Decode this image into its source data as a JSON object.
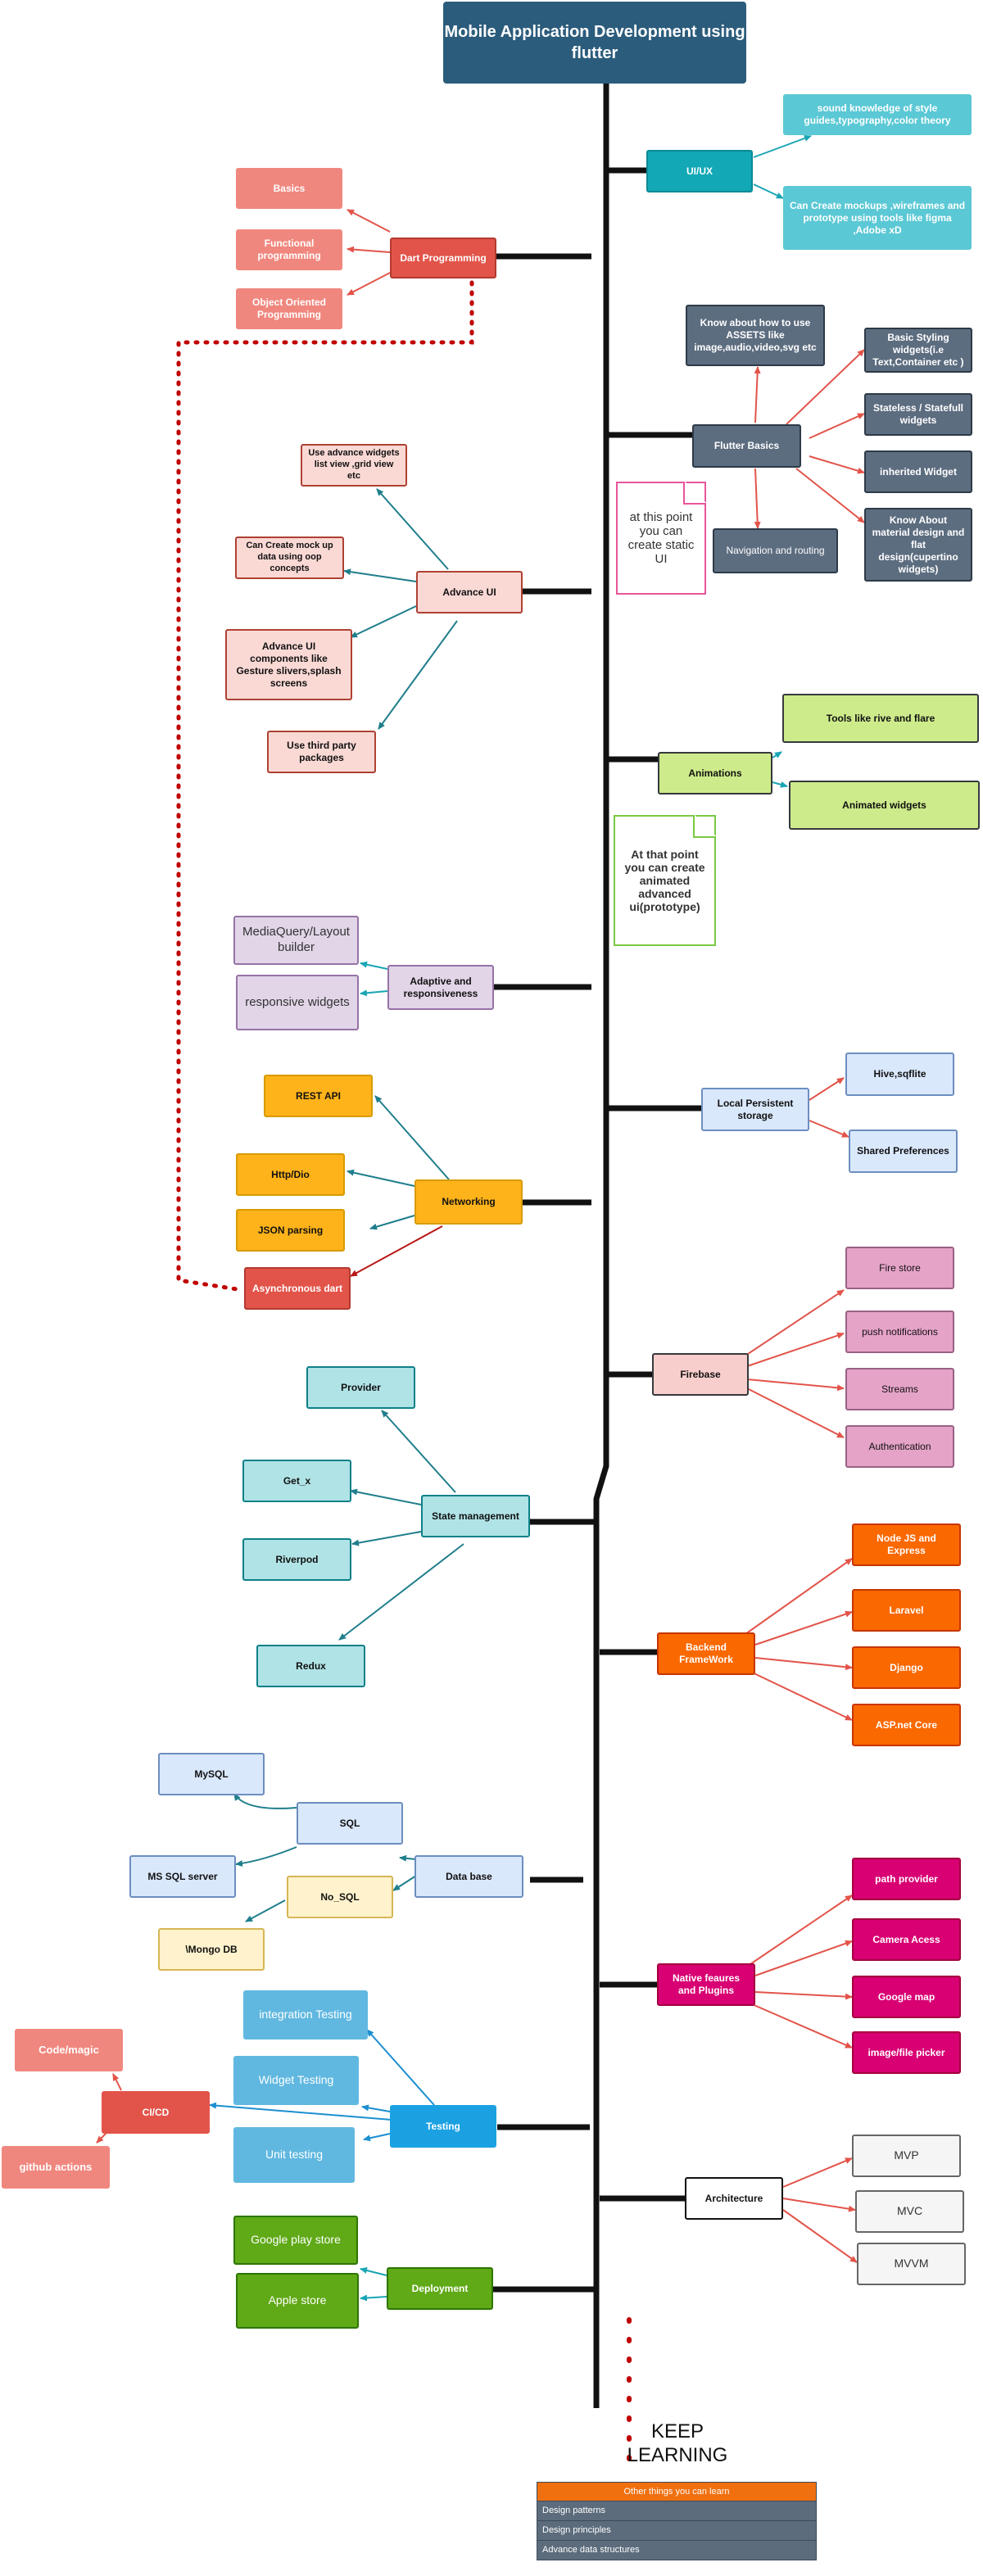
{
  "title": "Mobile Application Development using flutter",
  "uiux": {
    "label": "UI/UX",
    "items": [
      "sound knowledge of style guides,typography,color theory",
      "Can Create mockups ,wireframes and prototype using tools like figma ,Adobe xD"
    ]
  },
  "dart": {
    "label": "Dart Programming",
    "items": [
      "Basics",
      "Functional programming",
      "Object Oriented Programming"
    ]
  },
  "flutter_basics": {
    "label": "Flutter Basics",
    "assets": "Know about how to use ASSETS like image,audio,video,svg etc",
    "navigation": "Navigation and routing",
    "items": [
      "Basic Styling widgets(i.e Text,Container etc )",
      "Stateless / Statefull widgets",
      "inherited Widget",
      "Know About material design and flat design(cupertino widgets)"
    ]
  },
  "note_static": "at this point you can create static UI",
  "advance_ui": {
    "label": "Advance UI",
    "items": [
      "Use advance widgets list view ,grid view etc",
      "Can Create mock up data using oop concepts",
      "Advance UI components like Gesture slivers,splash screens",
      "Use third party packages"
    ]
  },
  "animations": {
    "label": "Animations",
    "items": [
      "Tools like rive and flare",
      "Animated widgets"
    ]
  },
  "note_animated": "At that point you can create animated advanced ui(prototype)",
  "adaptive": {
    "label": "Adaptive and responsiveness",
    "items": [
      "MediaQuery/Layout builder",
      "responsive widgets"
    ]
  },
  "local_storage": {
    "label": "Local Persistent storage",
    "items": [
      "Hive,sqflite",
      "Shared Preferences"
    ]
  },
  "networking": {
    "label": "Networking",
    "items": [
      "REST API",
      "Http/Dio",
      "JSON parsing",
      "Asynchronous dart"
    ]
  },
  "firebase": {
    "label": "Firebase",
    "items": [
      "Fire store",
      "push notifications",
      "Streams",
      "Authentication"
    ]
  },
  "state": {
    "label": "State management",
    "items": [
      "Provider",
      "Get_x",
      "Riverpod",
      "Redux"
    ]
  },
  "backend": {
    "label": "Backend FrameWork",
    "items": [
      "Node JS and Express",
      "Laravel",
      "Django",
      "ASP.net Core"
    ]
  },
  "database": {
    "label": "Data base",
    "sql": "SQL",
    "nosql": "No_SQL",
    "items": [
      "MySQL",
      "MS SQL server",
      "\\Mongo DB"
    ]
  },
  "native": {
    "label": "Native feaures and Plugins",
    "items": [
      "path provider",
      "Camera Acess",
      "Google map",
      "image/file picker"
    ]
  },
  "testing": {
    "label": "Testing",
    "items": [
      "integration Testing",
      "Widget Testing",
      "Unit testing"
    ],
    "cicd": "CI/CD",
    "cicd_items": [
      "Code/magic",
      "github actions"
    ]
  },
  "architecture": {
    "label": "Architecture",
    "items": [
      "MVP",
      "MVC",
      "MVVM"
    ]
  },
  "deployment": {
    "label": "Deployment",
    "items": [
      "Google play store",
      "Apple store"
    ]
  },
  "keep_learning": "KEEP LEARNING",
  "other_things": {
    "header": "Other things you can learn",
    "items": [
      "Design patterns",
      "Design principles",
      "Advance data structures"
    ]
  },
  "colors": {
    "spine": "#111111",
    "title": "#2c5c7c",
    "uiux": "#12a8b5",
    "dart": "#e2544a",
    "flutter": "#5d6d80",
    "advance_ui": "#fad9d5",
    "animations": "#cdeb8b",
    "adaptive": "#e1d5e7",
    "storage": "#dae8fc",
    "networking": "#ffb31a",
    "firebase": "#f8cecc",
    "state": "#b0e3e6",
    "backend": "#fa6800",
    "database": "#dae8fc",
    "native": "#d80073",
    "testing": "#1ba1e2",
    "architecture": "#ffffff",
    "deployment": "#60a917",
    "connector_dotted": "#c00000"
  }
}
